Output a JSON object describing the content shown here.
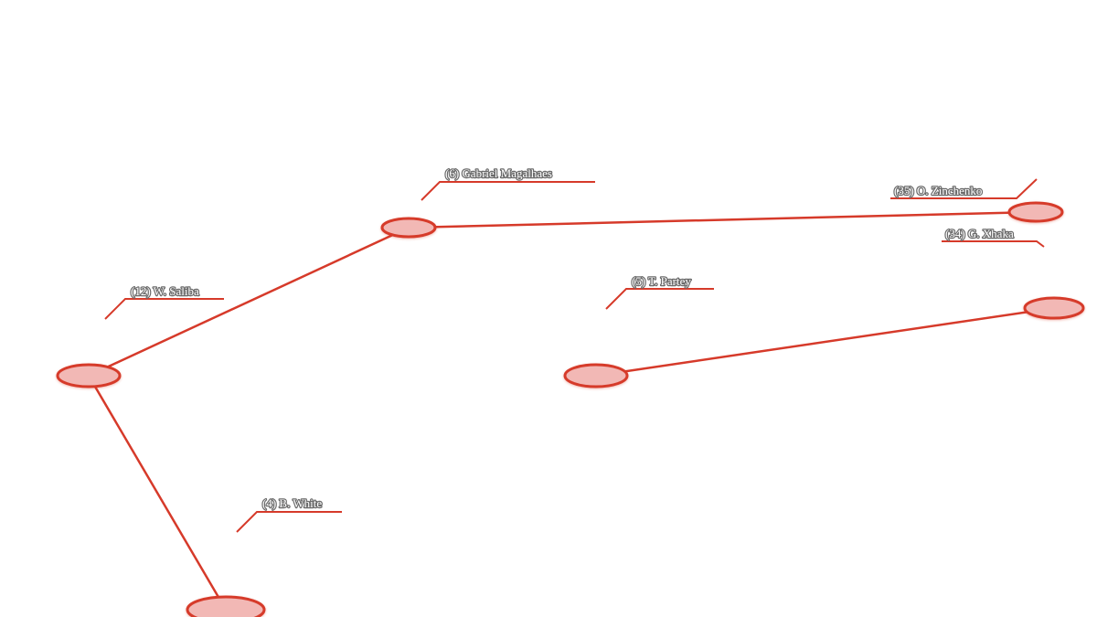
{
  "accent_color": "#d63a2a",
  "node_fill_color": "#f2b8b5",
  "players": [
    {
      "id": "magalhaes",
      "label": "(6) Gabriel Magalhaes"
    },
    {
      "id": "zinchenko",
      "label": "(35) O. Zinchenko"
    },
    {
      "id": "xhaka",
      "label": "(34) G. Xhaka"
    },
    {
      "id": "partey",
      "label": "(5) T. Partey"
    },
    {
      "id": "saliba",
      "label": "(12) W. Saliba"
    },
    {
      "id": "white",
      "label": "(4) B. White"
    }
  ],
  "links": [
    {
      "from": "saliba",
      "to": "magalhaes"
    },
    {
      "from": "magalhaes",
      "to": "zinchenko"
    },
    {
      "from": "saliba",
      "to": "white"
    },
    {
      "from": "partey",
      "to": "xhaka"
    }
  ]
}
